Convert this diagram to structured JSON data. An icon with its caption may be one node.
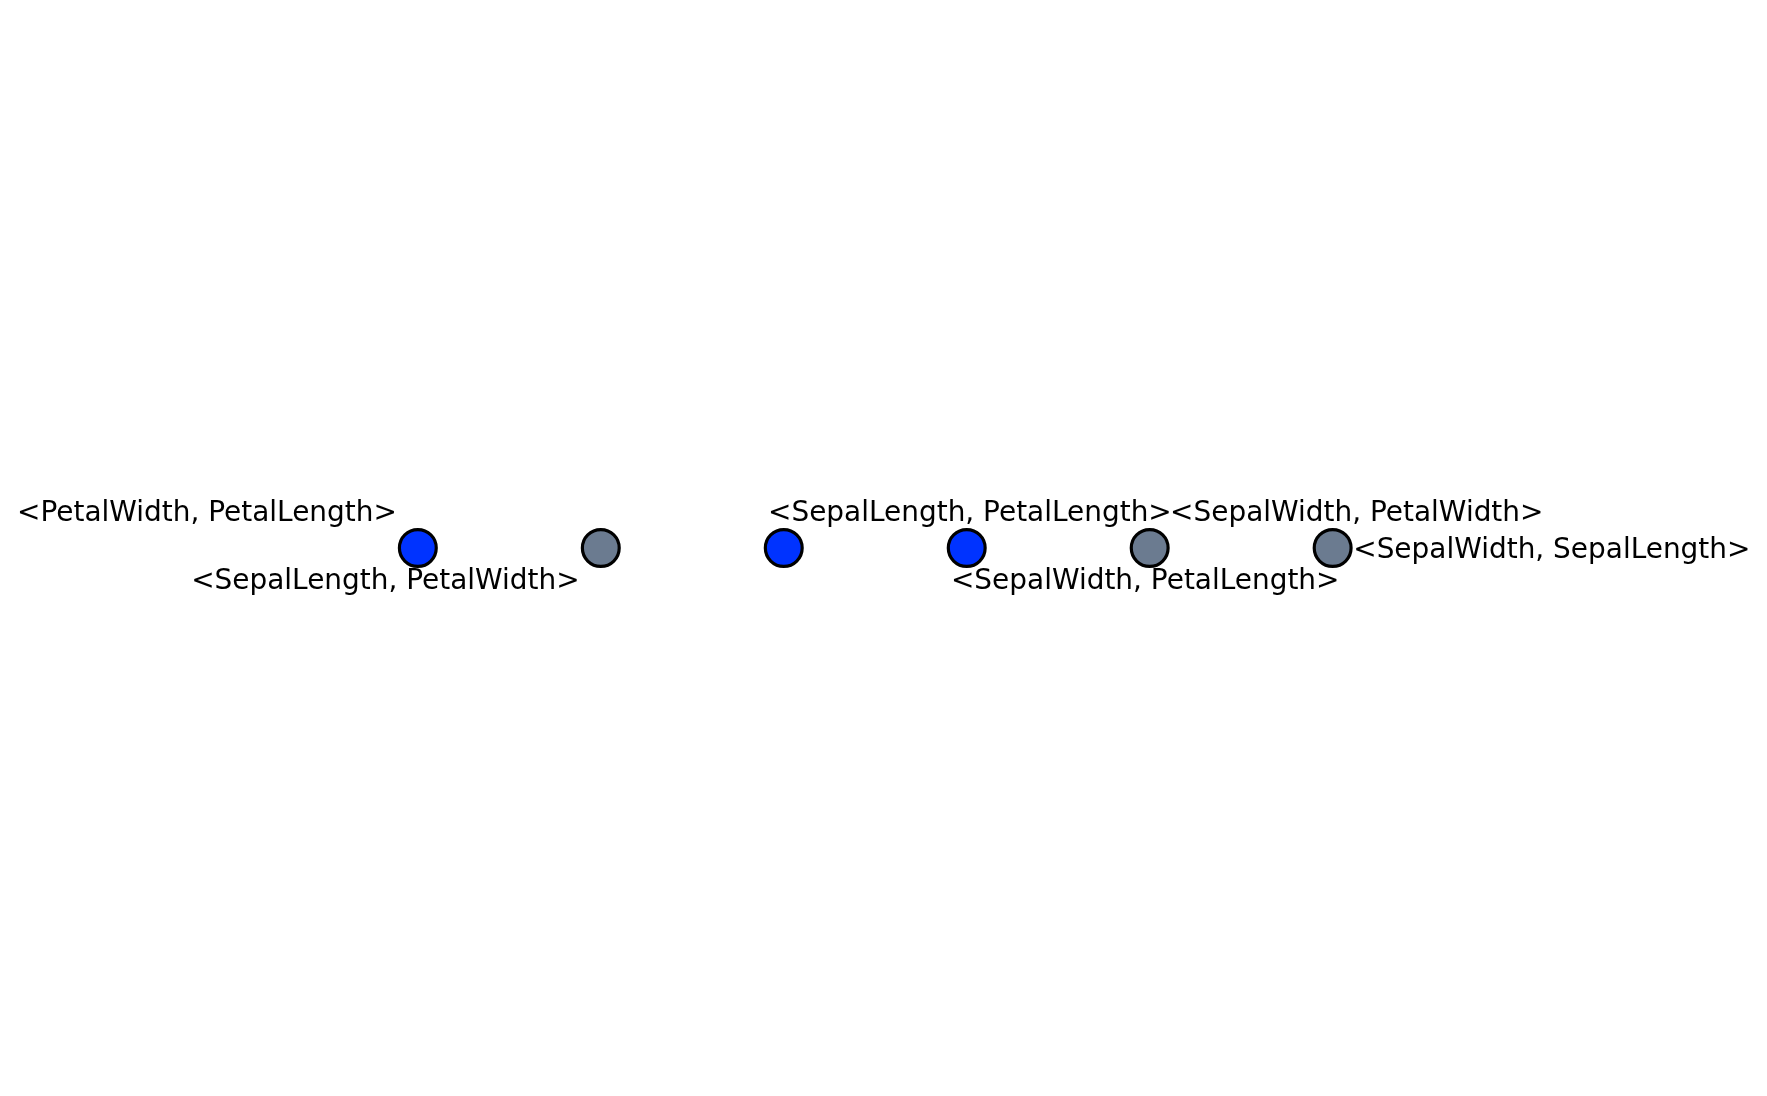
{
  "diagram": {
    "nodes": [
      {
        "text": [],
        "shape": "circle",
        "beside": [
          "<PetalWidth, PetalLength>"
        ]
      },
      {
        "text": [],
        "shape": "circle",
        "beside": [
          "<SepalLength, PetalWidth>"
        ]
      },
      {
        "text": [],
        "shape": "circle",
        "beside": [
          "<SepalLength, PetalLength>"
        ]
      },
      {
        "text": [],
        "shape": "circle",
        "beside": [
          "<SepalWidth, PetalLength>"
        ]
      },
      {
        "text": [],
        "shape": "circle",
        "beside": [
          "<SepalWidth, PetalWidth>"
        ]
      },
      {
        "text": [],
        "shape": "circle",
        "beside": [
          "<SepalWidth, SepalLength>"
        ]
      }
    ],
    "edges": []
  }
}
